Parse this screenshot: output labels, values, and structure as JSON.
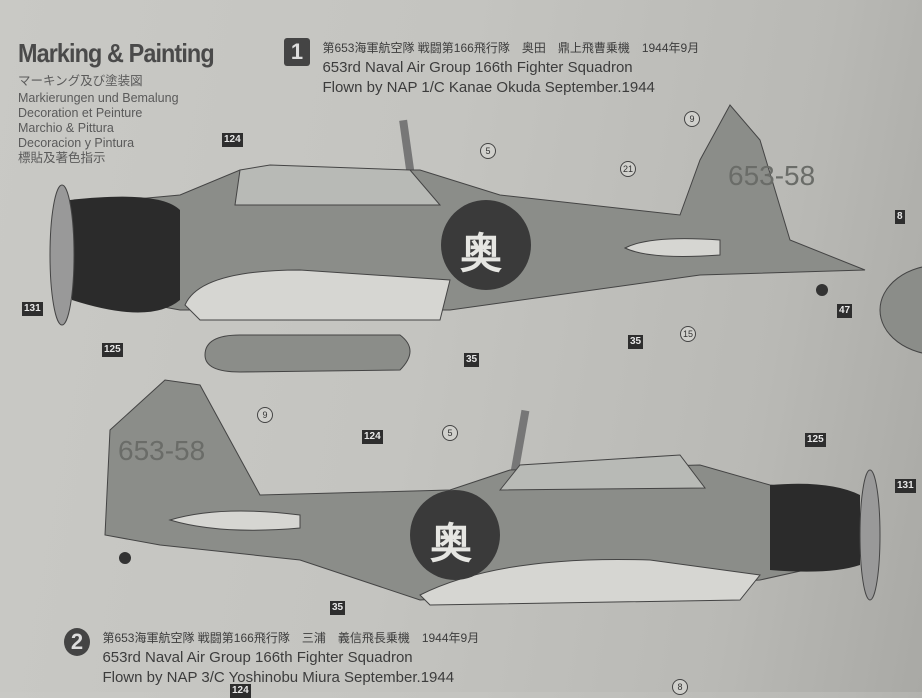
{
  "heading": {
    "title": "Marking & Painting",
    "subtitles": [
      "マーキング及び塗装図",
      "Markierungen und Bemalung",
      "Decoration et Peinture",
      "Marchio & Pittura",
      "Decoracion y Pintura",
      "標貼及著色指示"
    ]
  },
  "schemes": [
    {
      "number": "1",
      "japanese": "第653海軍航空隊 戦闘第166飛行隊　奥田　鼎上飛曹乗機　1944年9月",
      "line1": "653rd Naval Air Group 166th Fighter Squadron",
      "line2": "Flown by NAP 1/C Kanae Okuda September.1944",
      "tail_code": "653-58",
      "fuselage_kanji": "奥",
      "callouts": [
        "124",
        "5",
        "9",
        "21",
        "8",
        "47",
        "131",
        "125",
        "35",
        "35",
        "15"
      ]
    },
    {
      "number": "2",
      "japanese": "第653海軍航空隊 戦闘第166飛行隊　三浦　義信飛長乗機　1944年9月",
      "line1": "653rd Naval Air Group 166th Fighter Squadron",
      "line2": "Flown by NAP 3/C Yoshinobu Miura September.1944",
      "tail_code": "653-58",
      "fuselage_kanji": "奥",
      "callouts": [
        "9",
        "124",
        "5",
        "125",
        "131",
        "35"
      ]
    }
  ],
  "bottom_callouts": [
    "124",
    "8"
  ],
  "colors": {
    "aircraft": "#8b8d89",
    "cowling": "#2b2b2b",
    "paper": "#c7c7c3",
    "hinomaru": "#3a3a3a"
  }
}
